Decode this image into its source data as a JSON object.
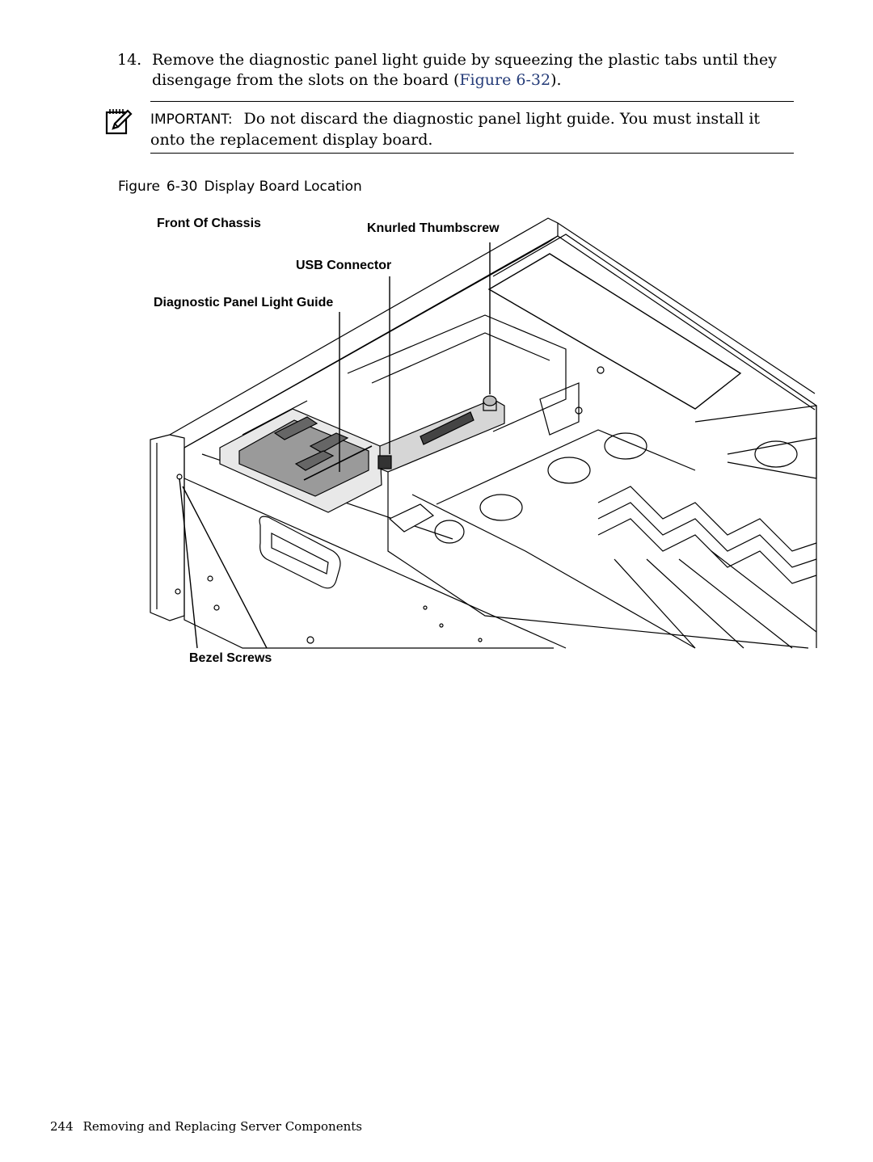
{
  "step": {
    "number": "14.",
    "text_before": "Remove the diagnostic panel light guide by squeezing the plastic tabs until they disengage from the slots on the board (",
    "xref": "Figure 6-32",
    "text_after": ")."
  },
  "note": {
    "icon": "important-note-icon",
    "label": "IMPORTANT:",
    "text": "Do not discard the diagnostic panel light guide. You must install it onto the replacement display board."
  },
  "figure": {
    "caption_prefix": "Figure",
    "caption_number": "6-30",
    "caption_title": "Display Board Location",
    "callouts": {
      "front_of_chassis": "Front Of Chassis",
      "knurled_thumbscrew": "Knurled Thumbscrew",
      "usb_connector": "USB Connector",
      "diagnostic_panel_light_guide": "Diagnostic Panel Light Guide",
      "bezel_screws": "Bezel Screws"
    }
  },
  "footer": {
    "page_number": "244",
    "section_title": "Removing and Replacing Server Components"
  }
}
